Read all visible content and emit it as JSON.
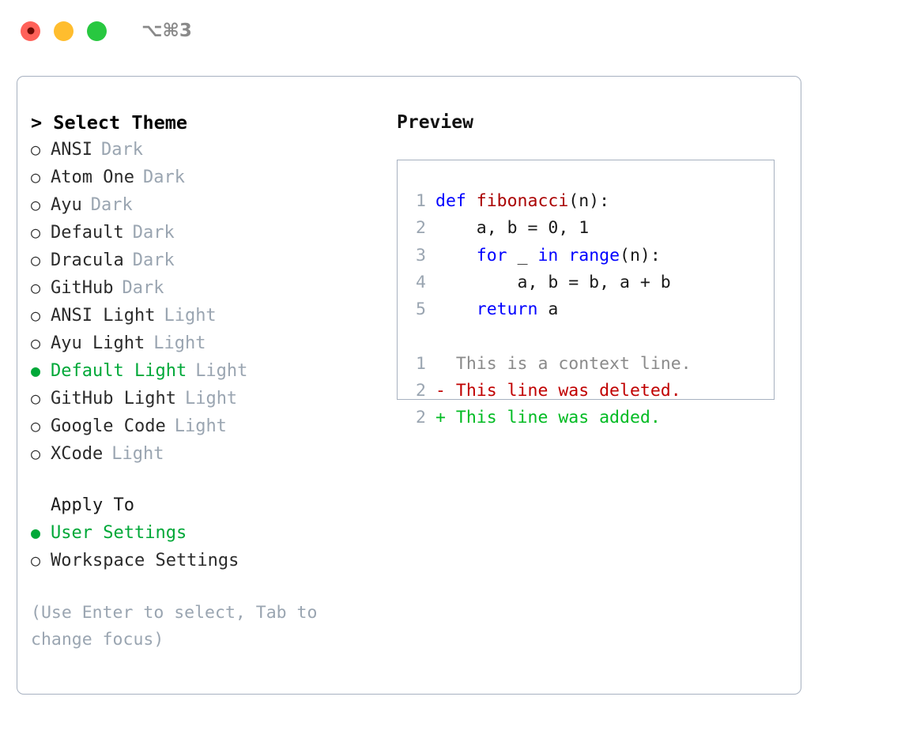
{
  "titlebar": {
    "shortcut": "⌥⌘3",
    "buttons": [
      {
        "name": "close-button",
        "color": "#ff6159"
      },
      {
        "name": "minimize-button",
        "color": "#ffbd2e"
      },
      {
        "name": "maximize-button",
        "color": "#28c840"
      }
    ]
  },
  "theme_picker": {
    "header": "> Select Theme",
    "marker_selected": "●",
    "marker_unselected": "○",
    "items": [
      {
        "label": "ANSI",
        "tag": "Dark",
        "selected": false
      },
      {
        "label": "Atom One",
        "tag": "Dark",
        "selected": false
      },
      {
        "label": "Ayu",
        "tag": "Dark",
        "selected": false
      },
      {
        "label": "Default",
        "tag": "Dark",
        "selected": false
      },
      {
        "label": "Dracula",
        "tag": "Dark",
        "selected": false
      },
      {
        "label": "GitHub",
        "tag": "Dark",
        "selected": false
      },
      {
        "label": "ANSI Light",
        "tag": "Light",
        "selected": false
      },
      {
        "label": "Ayu Light",
        "tag": "Light",
        "selected": false
      },
      {
        "label": "Default Light",
        "tag": "Light",
        "selected": true
      },
      {
        "label": "GitHub Light",
        "tag": "Light",
        "selected": false
      },
      {
        "label": "Google Code",
        "tag": "Light",
        "selected": false
      },
      {
        "label": "XCode",
        "tag": "Light",
        "selected": false
      }
    ]
  },
  "apply_to": {
    "header": "Apply To",
    "items": [
      {
        "label": "User Settings",
        "selected": true
      },
      {
        "label": "Workspace Settings",
        "selected": false
      }
    ]
  },
  "hint": "(Use Enter to select, Tab to change focus)",
  "preview": {
    "title": "Preview",
    "code_lines": [
      {
        "num": "1",
        "segments": [
          {
            "text": "def ",
            "style": "kw"
          },
          {
            "text": "fibonacci",
            "style": "fn"
          },
          {
            "text": "(n):",
            "style": "pl"
          }
        ]
      },
      {
        "num": "2",
        "segments": [
          {
            "text": "    a, b = 0, 1",
            "style": "pl"
          }
        ]
      },
      {
        "num": "3",
        "segments": [
          {
            "text": "    ",
            "style": "pl"
          },
          {
            "text": "for",
            "style": "kw"
          },
          {
            "text": " _ ",
            "style": "pl"
          },
          {
            "text": "in",
            "style": "kw"
          },
          {
            "text": " ",
            "style": "pl"
          },
          {
            "text": "range",
            "style": "kw"
          },
          {
            "text": "(n):",
            "style": "pl"
          }
        ]
      },
      {
        "num": "4",
        "segments": [
          {
            "text": "        a, b = b, a + b",
            "style": "pl"
          }
        ]
      },
      {
        "num": "5",
        "segments": [
          {
            "text": "    ",
            "style": "pl"
          },
          {
            "text": "return",
            "style": "kw"
          },
          {
            "text": " a",
            "style": "pl"
          }
        ]
      }
    ],
    "diff_lines": [
      {
        "num": "1",
        "marker": " ",
        "text": " This is a context line.",
        "style": "ctx"
      },
      {
        "num": "2",
        "marker": "-",
        "text": " This line was deleted.",
        "style": "del"
      },
      {
        "num": "2",
        "marker": "+",
        "text": " This line was added.",
        "style": "add"
      }
    ]
  },
  "colors": {
    "accent_green": "#00a838",
    "muted_gray": "#9aa5b1",
    "border": "#a7b1c0",
    "keyword_blue": "#0000ff",
    "function_red": "#aa0000",
    "diff_delete": "#c00000",
    "diff_add": "#00bb22"
  }
}
